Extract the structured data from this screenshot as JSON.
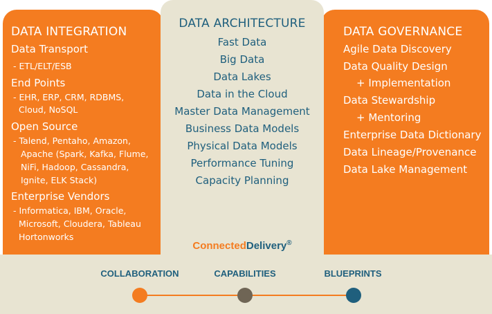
{
  "colors": {
    "orange": "#f47c20",
    "cream": "#e8e4d2",
    "teal": "#1f5f7d",
    "gray_brown": "#6f6555"
  },
  "integration": {
    "heading": "DATA INTEGRATION",
    "data_transport": "Data Transport",
    "data_transport_detail": "- ETL/ELT/ESB",
    "end_points": "End Points",
    "end_points_detail_1": "- EHR, ERP, CRM, RDBMS,",
    "end_points_detail_2": "Cloud, NoSQL",
    "open_source": "Open Source",
    "open_source_detail_1": "- Talend, Pentaho, Amazon,",
    "open_source_detail_2": "Apache (Spark, Kafka, Flume,",
    "open_source_detail_3": "NiFi, Hadoop, Cassandra,",
    "open_source_detail_4": "Ignite, ELK Stack)",
    "vendors": "Enterprise Vendors",
    "vendors_detail_1": "- Informatica, IBM, Oracle,",
    "vendors_detail_2": "Microsoft, Cloudera, Tableau",
    "vendors_detail_3": "Hortonworks"
  },
  "architecture": {
    "heading": "DATA ARCHITECTURE",
    "items": [
      "Fast Data",
      "Big Data",
      "Data Lakes",
      "Data in the Cloud",
      "Master Data Management",
      "Business Data Models",
      "Physical Data Models",
      "Performance Tuning",
      "Capacity Planning"
    ]
  },
  "governance": {
    "heading": "DATA GOVERNANCE",
    "item_1": "Agile Data Discovery",
    "item_2": "Data Quality Design",
    "item_2_sub": "+ Implementation",
    "item_3": "Data Stewardship",
    "item_3_sub": "+ Mentoring",
    "item_4": "Enterprise Data Dictionary",
    "item_5": "Data Lineage/Provenance",
    "item_6": "Data Lake Management"
  },
  "brand": {
    "part_1": "Connected",
    "part_2": "Delivery",
    "mark": "®"
  },
  "steps": {
    "step_1": "COLLABORATION",
    "step_2": "CAPABILITIES",
    "step_3": "BLUEPRINTS"
  }
}
